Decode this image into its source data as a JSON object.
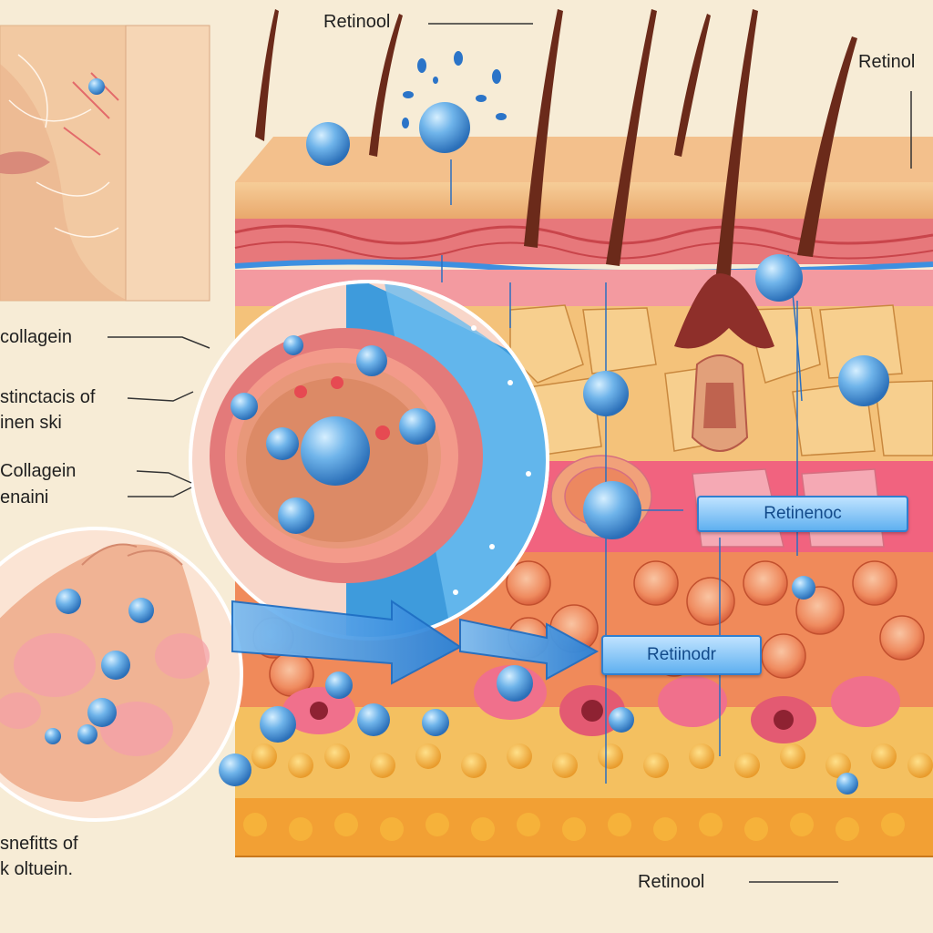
{
  "labels": {
    "top_center": "Retinool",
    "top_right": "Retinol",
    "collagen_1": "collagein",
    "effects_line1": "stinctacis of",
    "effects_line2": "inen ski",
    "collagen_2_line1": "Collagein",
    "collagen_2_line2": "enaini",
    "benefits_line1": "snefitts of",
    "benefits_line2": "k oltuein.",
    "box_1": "Retinenoc",
    "box_2": "Retiinodr",
    "bottom": "Retinool"
  },
  "colors": {
    "background": "#f7ecd6",
    "epidermis": "#f1c48f",
    "dermis_red": "#e86a72",
    "cells": "#f08a5a",
    "fat": "#f4b34a",
    "retinol_sphere": "#5aa6e0",
    "arrow_blue": "#3a8fe0"
  }
}
